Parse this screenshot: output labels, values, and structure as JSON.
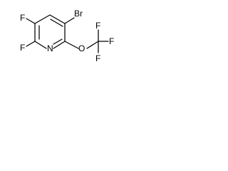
{
  "molecule": {
    "atoms": {
      "br": "Br",
      "f_top": "F",
      "f_left": "F",
      "n": "N",
      "o": "O",
      "f_cf3_top": "F",
      "f_cf3_right": "F",
      "f_cf3_bottom": "F"
    },
    "bond_color": "#000000",
    "label_color": "#000000"
  }
}
